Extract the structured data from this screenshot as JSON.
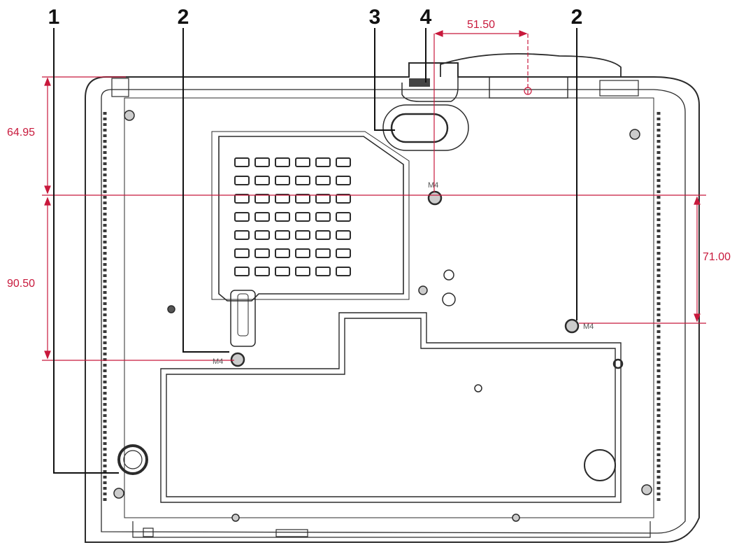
{
  "callouts": [
    "1",
    "2",
    "3",
    "4",
    "2"
  ],
  "dimensions": {
    "left_top": "64.95",
    "left_bottom": "90.50",
    "top": "51.50",
    "right": "71.00"
  },
  "screw_labels": [
    "M4",
    "M4",
    "M4"
  ],
  "colors": {
    "outline": "#2b2b2b",
    "dimension": "#c8193c",
    "callout": "#111111"
  }
}
